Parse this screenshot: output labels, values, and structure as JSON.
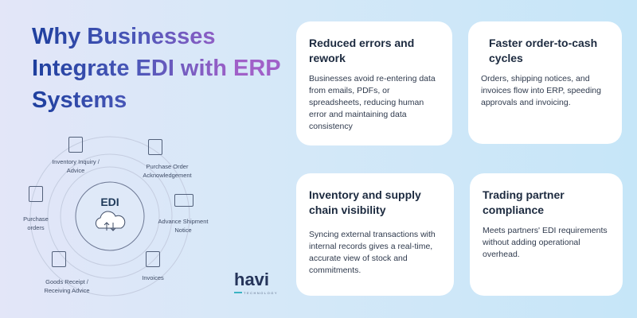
{
  "title": "Why Businesses Integrate EDI with ERP Systems",
  "diagram": {
    "center": "EDI",
    "items": [
      "Inventory Inquiry / Advice",
      "Purchase Order Acknowledgement",
      "Advance Shipment Notice",
      "Invoices",
      "Goods Receipt / Receiving Advice",
      "Purchase orders"
    ]
  },
  "cards": [
    {
      "title": "Reduced errors and rework",
      "text": "Businesses avoid re-entering data from emails, PDFs, or spreadsheets, reducing human error and maintaining data consistency"
    },
    {
      "title": "Faster order-to-cash cycles",
      "text": "Orders, shipping notices, and invoices flow into ERP, speeding approvals and invoicing."
    },
    {
      "title": "Inventory and supply chain visibility",
      "text": "Syncing external transactions with internal records gives a real-time, accurate view of stock and commitments."
    },
    {
      "title": "Trading partner compliance",
      "text": "Meets partners' EDI requirements without adding operational overhead."
    }
  ],
  "logo": {
    "name": "havi",
    "tagline": "TECHNOLOGY"
  }
}
